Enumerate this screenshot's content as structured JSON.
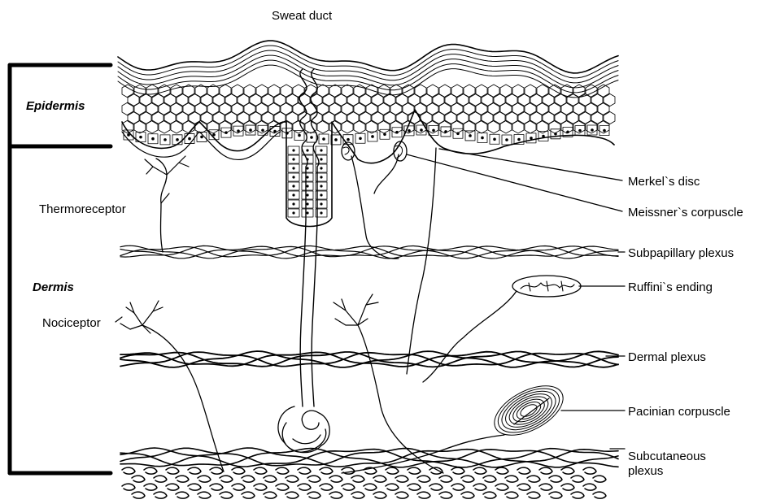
{
  "labels": {
    "sweat_duct": "Sweat duct",
    "epidermis": "Epidermis",
    "dermis": "Dermis",
    "thermoreceptor": "Thermoreceptor",
    "nociceptor": "Nociceptor",
    "merkels_disc": "Merkel`s disc",
    "meissners_corpuscle": "Meissner`s corpuscle",
    "subpapillary_plexus": "Subpapillary plexus",
    "ruffinis_ending": "Ruffini`s ending",
    "dermal_plexus": "Dermal plexus",
    "pacinian_corpuscle": "Pacinian corpuscle",
    "subcutaneous_plexus_line1": "Subcutaneous",
    "subcutaneous_plexus_line2": "plexus"
  },
  "colors": {
    "ink": "#000000",
    "background": "#ffffff"
  }
}
